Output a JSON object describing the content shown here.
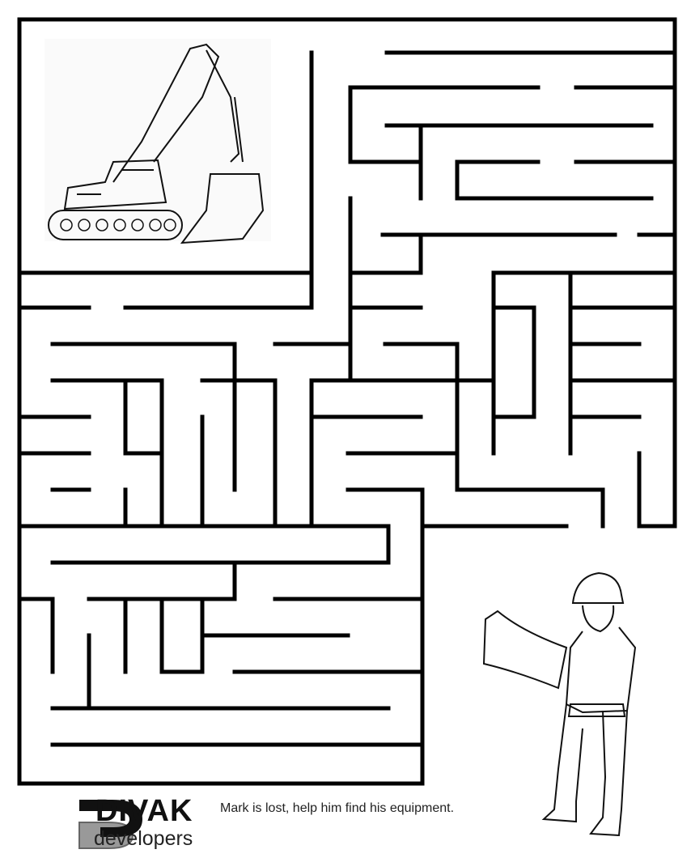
{
  "puzzle": {
    "type": "maze",
    "start_label": "worker",
    "goal_label": "excavator",
    "instruction": "Mark is lost, help him find his equipment."
  },
  "brand": {
    "name": "DIVAK",
    "tagline": "developers"
  },
  "colors": {
    "ink": "#000000",
    "logo_gray": "#888888",
    "background": "#ffffff"
  }
}
